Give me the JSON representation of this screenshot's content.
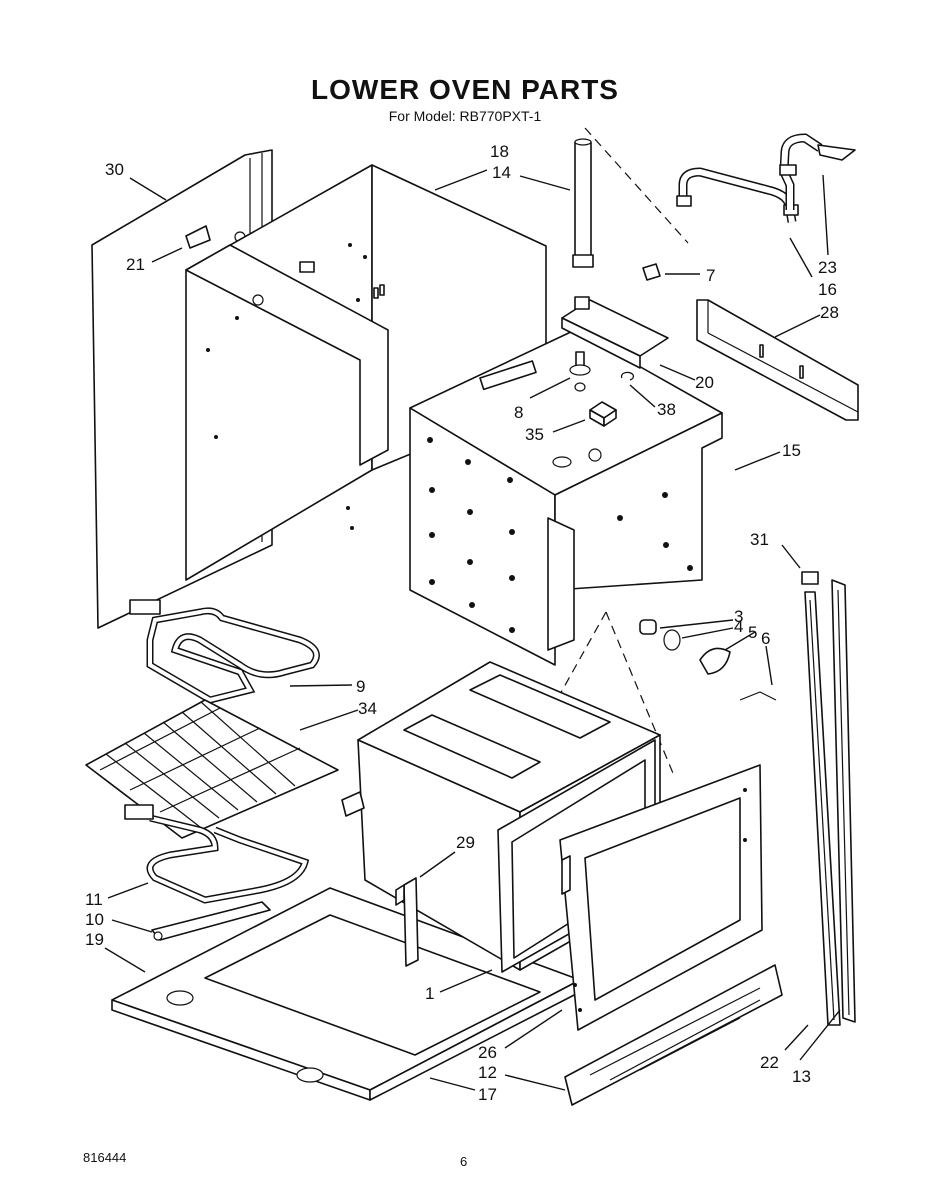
{
  "header": {
    "title": "LOWER OVEN PARTS",
    "model_line": "For Model: RB770PXT-1"
  },
  "footer": {
    "doc_number": "816444",
    "page_number": "6"
  },
  "callouts": {
    "c30": "30",
    "c21": "21",
    "c18": "18",
    "c14": "14",
    "c23": "23",
    "c16": "16",
    "c7": "7",
    "c28": "28",
    "c20": "20",
    "c8": "8",
    "c38": "38",
    "c35": "35",
    "c15": "15",
    "c31": "31",
    "c3": "3",
    "c4": "4",
    "c5": "5",
    "c6": "6",
    "c9": "9",
    "c34": "34",
    "c29": "29",
    "c11": "11",
    "c10": "10",
    "c19": "19",
    "c1": "1",
    "c26": "26",
    "c12": "12",
    "c17": "17",
    "c22": "22",
    "c13": "13"
  }
}
